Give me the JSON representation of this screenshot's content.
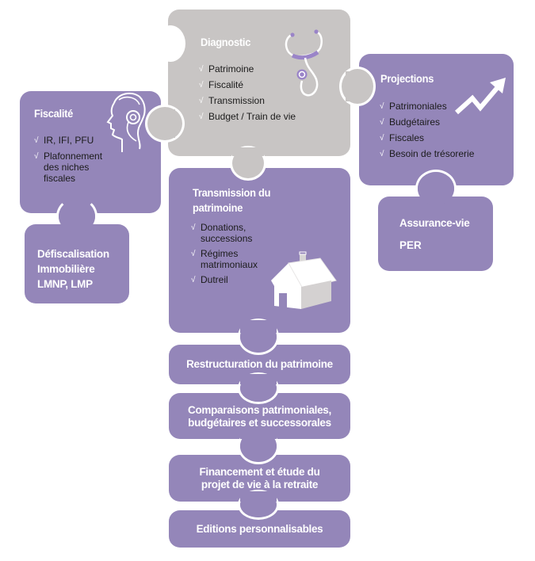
{
  "colors": {
    "purple": "#9486b9",
    "gray": "#c8c5c4",
    "white": "#ffffff",
    "text_dark": "#1b1b1b",
    "icon_accent": "#9a84c8"
  },
  "diagnostic": {
    "title": "Diagnostic",
    "icon": "stethoscope-icon",
    "items": [
      "Patrimoine",
      "Fiscalité",
      "Transmission",
      "Budget / Train de vie"
    ]
  },
  "fiscalite": {
    "title": "Fiscalité",
    "icon": "head-profile-icon",
    "items": [
      "IR, IFI, PFU",
      "Plafonnement des niches fiscales"
    ]
  },
  "defiscalisation": {
    "lines": [
      "Défiscalisation",
      "Immobilière",
      "LMNP, LMP"
    ]
  },
  "projections": {
    "title": "Projections",
    "icon": "trend-up-arrow-icon",
    "items": [
      "Patrimoniales",
      "Budgétaires",
      "Fiscales",
      "Besoin de trésorerie"
    ]
  },
  "assurance": {
    "lines": [
      "Assurance-vie",
      "PER"
    ]
  },
  "transmission": {
    "title_lines": [
      "Transmission du",
      "patrimoine"
    ],
    "icon": "house-icon",
    "items": [
      {
        "lines": [
          "Donations,",
          "successions"
        ]
      },
      {
        "lines": [
          "Régimes",
          "matrimoniaux"
        ]
      },
      {
        "lines": [
          "Dutreil"
        ]
      }
    ]
  },
  "steps": [
    {
      "lines": [
        "Restructuration du patrimoine"
      ]
    },
    {
      "lines": [
        "Comparaisons patrimoniales,",
        "budgétaires et successorales"
      ]
    },
    {
      "lines": [
        "Financement et étude du",
        "projet de vie à la retraite"
      ]
    },
    {
      "lines": [
        "Editions personnalisables"
      ]
    }
  ],
  "check_glyph": "√"
}
